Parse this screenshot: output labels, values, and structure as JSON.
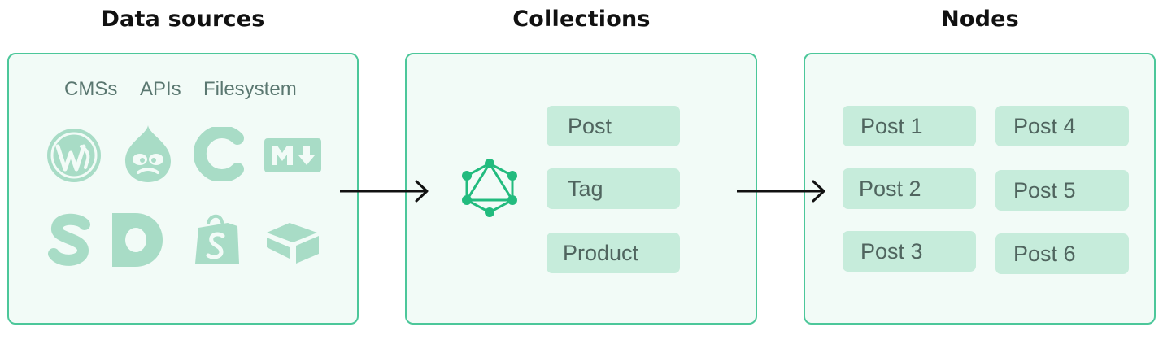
{
  "columns": {
    "data_sources": {
      "title": "Data sources",
      "labels": [
        "CMSs",
        "APIs",
        "Filesystem"
      ],
      "logos": [
        "wordpress-icon",
        "drupal-icon",
        "contentful-icon",
        "markdown-icon",
        "sanity-icon",
        "datocms-icon",
        "shopify-icon",
        "airtable-icon"
      ]
    },
    "collections": {
      "title": "Collections",
      "icon": "graphql-icon",
      "items": [
        "Post",
        "Tag",
        "Product"
      ]
    },
    "nodes": {
      "title": "Nodes",
      "items": [
        "Post 1",
        "Post 2",
        "Post 3",
        "Post 4",
        "Post 5",
        "Post 6"
      ]
    }
  },
  "colors": {
    "panel_border": "#4cc79a",
    "panel_fill": "#f2fbf7",
    "chip_fill": "#c6ecdb",
    "logo_tint": "#a8dcc6",
    "graphql_green": "#22bb7e",
    "arrow": "#111111"
  }
}
